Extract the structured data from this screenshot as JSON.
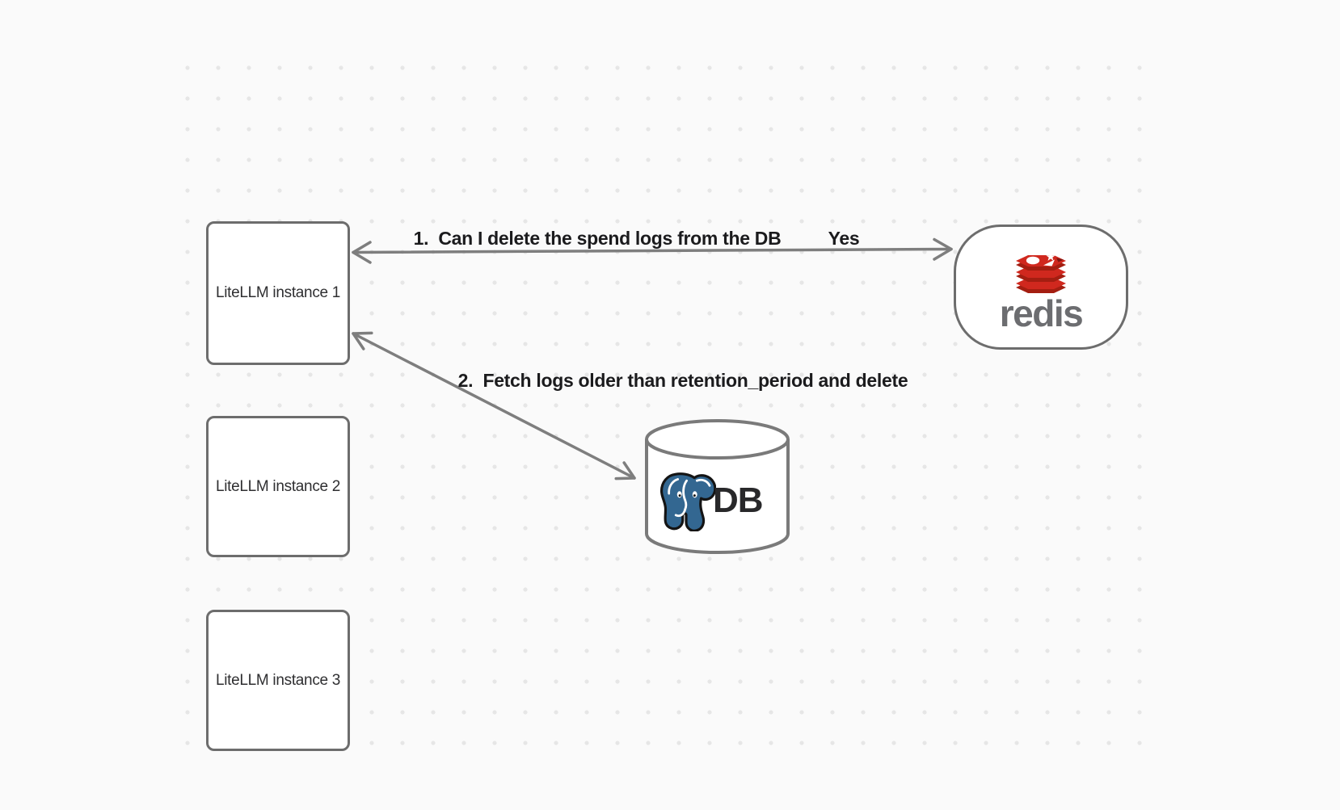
{
  "diagram": {
    "background_color": "#fafafa",
    "dot_color": "#e6e6e6",
    "node_stroke_color": "#6d6d6d",
    "arrow_color": "#7e7e7e",
    "instances": [
      {
        "label": "LiteLLM instance 1"
      },
      {
        "label": "LiteLLM instance 2"
      },
      {
        "label": "LiteLLM instance 3"
      }
    ],
    "redis_node": {
      "wordmark": "redis",
      "logo_icon": "redis-stack-icon",
      "logo_red": "#d0281e",
      "logo_dark_red": "#a41e11",
      "logo_notch_red": "#7c1510",
      "wordmark_color": "#6c6d70"
    },
    "db_node": {
      "label": "DB",
      "logo_icon": "postgresql-elephant-icon",
      "elephant_blue": "#336791"
    },
    "edges": [
      {
        "label": "1.  Can I delete the spend logs from the DB",
        "response": "Yes"
      },
      {
        "label": "2.  Fetch logs older than retention_period and delete"
      }
    ]
  }
}
